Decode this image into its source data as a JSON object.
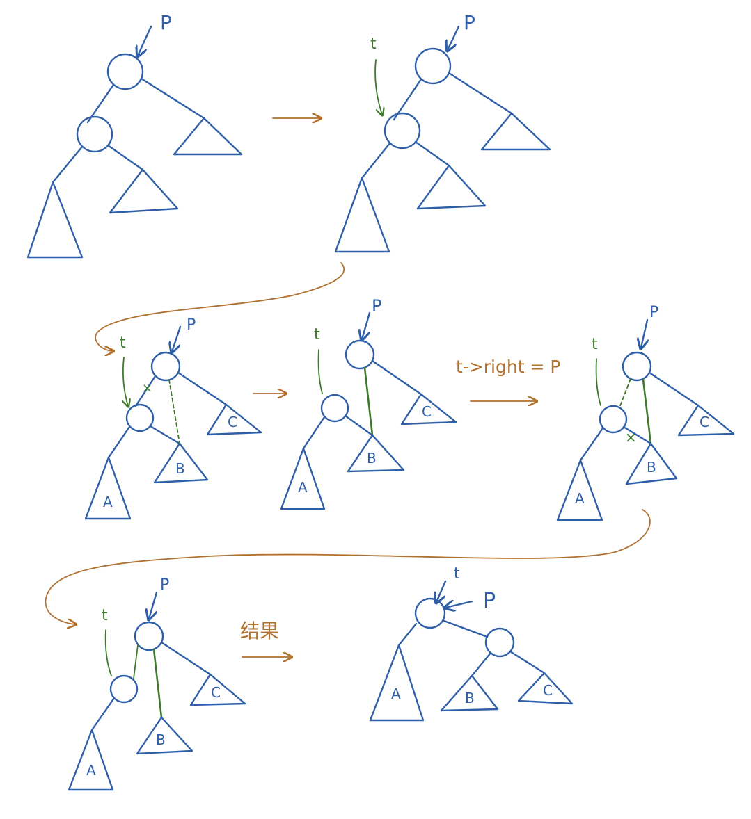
{
  "colors": {
    "tree": "#2f5fa8",
    "pointer_t": "#3d7a2a",
    "flow": "#b0702e",
    "background": "#ffffff"
  },
  "labels": {
    "p": "P",
    "t": "t",
    "subtree_a": "A",
    "subtree_b": "B",
    "subtree_c": "C",
    "step_note": "t->right = P",
    "result": "结果"
  }
}
